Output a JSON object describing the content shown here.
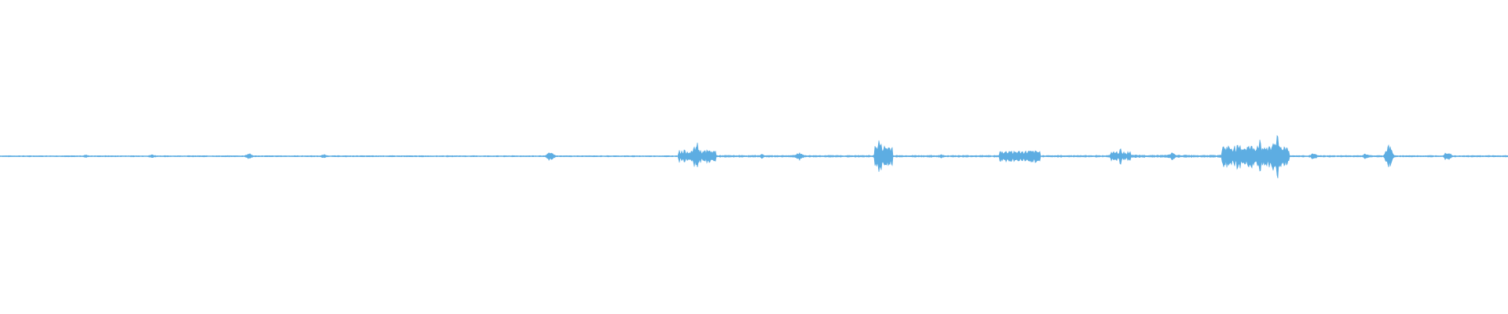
{
  "waveform": {
    "color": "#5DADE2",
    "background": "#FFFFFF",
    "duration_fraction_peaks": [
      {
        "position": 0.057,
        "amplitude": 0.01
      },
      {
        "position": 0.101,
        "amplitude": 0.012
      },
      {
        "position": 0.165,
        "amplitude": 0.02
      },
      {
        "position": 0.215,
        "amplitude": 0.012
      },
      {
        "position": 0.365,
        "amplitude": 0.03
      },
      {
        "position": 0.462,
        "amplitude": 0.1
      },
      {
        "position": 0.505,
        "amplitude": 0.015
      },
      {
        "position": 0.53,
        "amplitude": 0.03
      },
      {
        "position": 0.583,
        "amplitude": 0.12
      },
      {
        "position": 0.624,
        "amplitude": 0.012
      },
      {
        "position": 0.67,
        "amplitude": 0.05
      },
      {
        "position": 0.682,
        "amplitude": 0.04
      },
      {
        "position": 0.743,
        "amplitude": 0.05
      },
      {
        "position": 0.777,
        "amplitude": 0.025
      },
      {
        "position": 0.822,
        "amplitude": 0.06
      },
      {
        "position": 0.835,
        "amplitude": 0.12
      },
      {
        "position": 0.846,
        "amplitude": 0.2
      },
      {
        "position": 0.871,
        "amplitude": 0.02
      },
      {
        "position": 0.906,
        "amplitude": 0.02
      },
      {
        "position": 0.921,
        "amplitude": 0.08
      },
      {
        "position": 0.96,
        "amplitude": 0.04
      }
    ],
    "segments": [
      {
        "start": 0.0,
        "end": 0.45,
        "level": 0.004
      },
      {
        "start": 0.45,
        "end": 0.475,
        "level": 0.04
      },
      {
        "start": 0.475,
        "end": 0.58,
        "level": 0.006
      },
      {
        "start": 0.58,
        "end": 0.592,
        "level": 0.07
      },
      {
        "start": 0.592,
        "end": 0.663,
        "level": 0.006
      },
      {
        "start": 0.663,
        "end": 0.69,
        "level": 0.035
      },
      {
        "start": 0.69,
        "end": 0.736,
        "level": 0.006
      },
      {
        "start": 0.736,
        "end": 0.75,
        "level": 0.03
      },
      {
        "start": 0.75,
        "end": 0.81,
        "level": 0.008
      },
      {
        "start": 0.81,
        "end": 0.855,
        "level": 0.07
      },
      {
        "start": 0.855,
        "end": 1.0,
        "level": 0.005
      }
    ]
  }
}
